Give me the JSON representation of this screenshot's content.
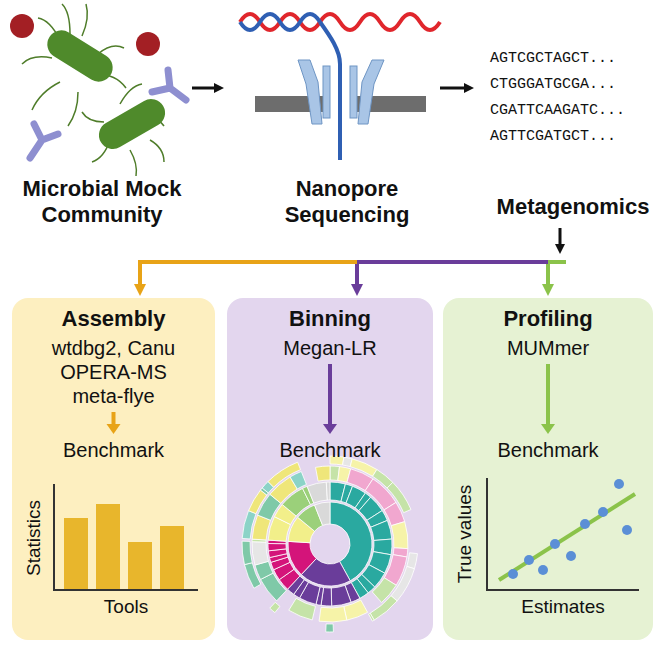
{
  "diagram": {
    "nodes": [
      {
        "text": [
          "Assembly",
          "wtdbg2, Canu OPERA-MS meta-flye",
          "Benchmark"
        ]
      },
      {
        "text": [
          "Binning",
          "Megan-LR",
          "Benchmark"
        ]
      },
      {
        "text": [
          "Profiling",
          "MUMmer",
          "Benchmark"
        ]
      }
    ],
    "labels": [
      "AGTCGCTAGCT...",
      "CTGGGATGCGA...",
      "CGATTCAAGATC...",
      "AGTTCGATGCT...",
      "Microbial Mock Community",
      "Nanopore Sequencing",
      "Metagenomics",
      "Statistics",
      "Tools",
      "True values",
      "Estimates"
    ]
  }
}
